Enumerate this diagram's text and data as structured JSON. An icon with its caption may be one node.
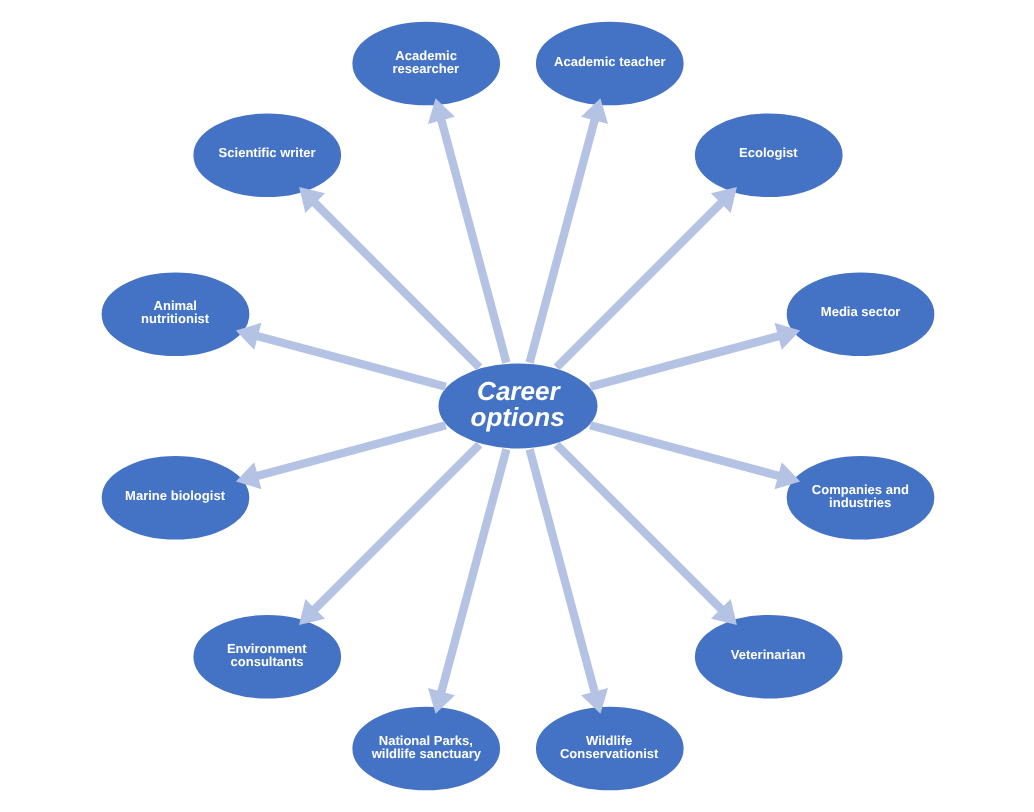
{
  "diagram": {
    "nodes": [
      {
        "text": [
          "Career options"
        ]
      },
      {
        "text": [
          "Academic researcher"
        ]
      },
      {
        "text": [
          "Academic teacher"
        ]
      },
      {
        "text": [
          "Ecologist"
        ]
      },
      {
        "text": [
          "Media sector"
        ]
      },
      {
        "text": [
          "Companies and industries"
        ]
      },
      {
        "text": [
          "Veterinarian"
        ]
      },
      {
        "text": [
          "Wildlife Conservationist"
        ]
      },
      {
        "text": [
          "National Parks, wildlife sanctuary"
        ]
      },
      {
        "text": [
          "Environment consultants"
        ]
      },
      {
        "text": [
          "Marine biologist"
        ]
      },
      {
        "text": [
          "Animal nutritionist"
        ]
      },
      {
        "text": [
          "Scientific writer"
        ]
      }
    ],
    "edges": [
      {
        "from": 0,
        "to": 1,
        "arrow": "to"
      },
      {
        "from": 0,
        "to": 2,
        "arrow": "to"
      },
      {
        "from": 0,
        "to": 3,
        "arrow": "to"
      },
      {
        "from": 0,
        "to": 4,
        "arrow": "to"
      },
      {
        "from": 0,
        "to": 5,
        "arrow": "to"
      },
      {
        "from": 0,
        "to": 6,
        "arrow": "to"
      },
      {
        "from": 0,
        "to": 7,
        "arrow": "to"
      },
      {
        "from": 0,
        "to": 8,
        "arrow": "to"
      },
      {
        "from": 0,
        "to": 9,
        "arrow": "to"
      },
      {
        "from": 0,
        "to": 10,
        "arrow": "to"
      },
      {
        "from": 0,
        "to": 11,
        "arrow": "to"
      },
      {
        "from": 0,
        "to": 12,
        "arrow": "to"
      }
    ]
  }
}
